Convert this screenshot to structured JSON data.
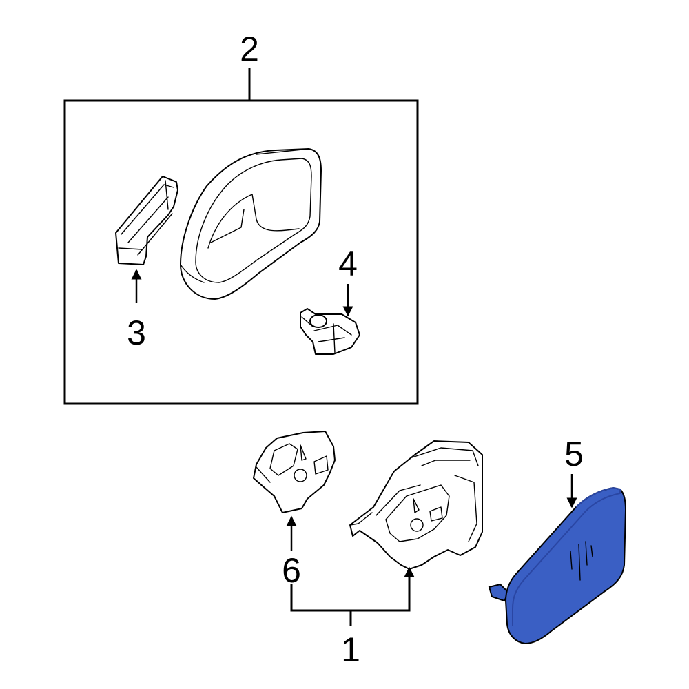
{
  "callouts": {
    "c1": "1",
    "c2": "2",
    "c3": "3",
    "c4": "4",
    "c5": "5",
    "c6": "6"
  },
  "colors": {
    "highlight_part": "#3a5fc4",
    "highlight_part_dark": "#2a46a3",
    "line": "#000000",
    "background": "#ffffff"
  }
}
